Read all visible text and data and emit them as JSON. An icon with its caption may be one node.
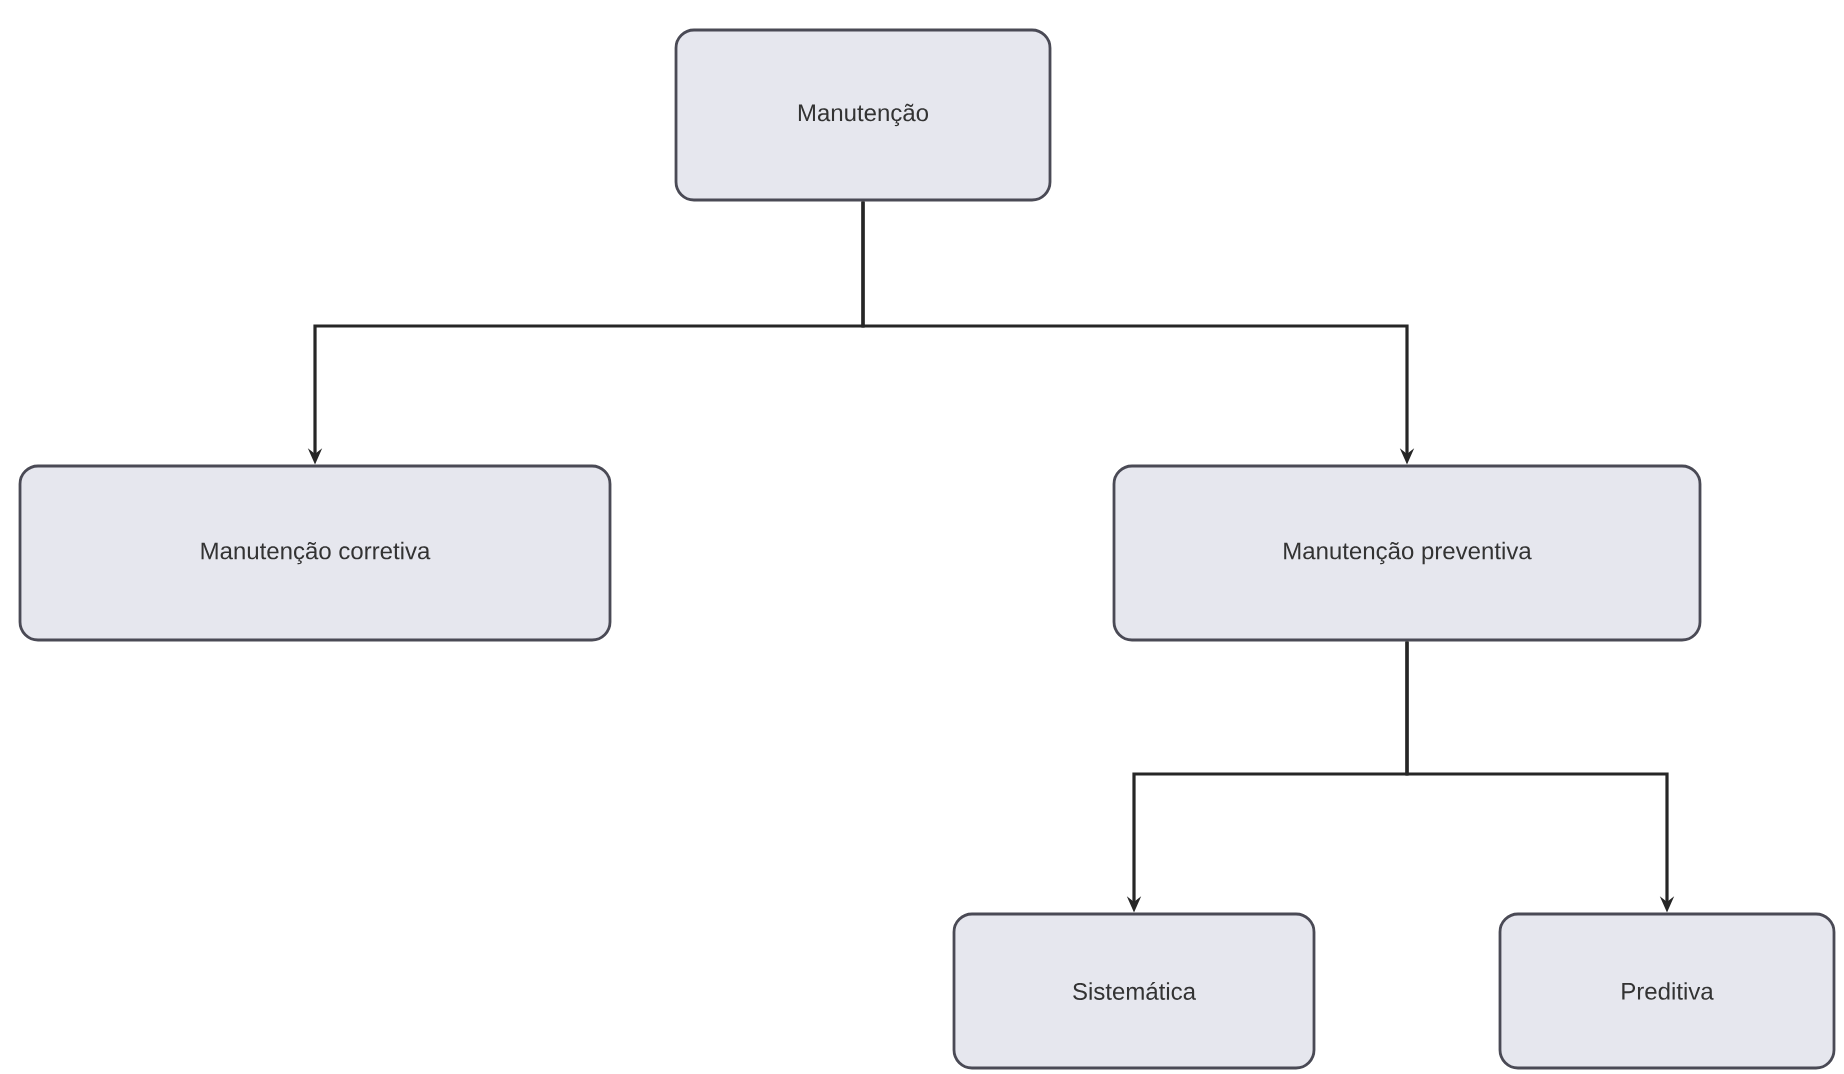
{
  "diagram": {
    "nodes": [
      {
        "text": [
          "Manutenção"
        ]
      },
      {
        "text": [
          "Manutenção corretiva"
        ]
      },
      {
        "text": [
          "Manutenção preventiva"
        ]
      },
      {
        "text": [
          "Sistemática"
        ]
      },
      {
        "text": [
          "Preditiva"
        ]
      }
    ],
    "edges": [
      {
        "from": 0,
        "to": 1,
        "arrow": "to"
      },
      {
        "from": 0,
        "to": 2,
        "arrow": "to"
      },
      {
        "from": 2,
        "to": 3,
        "arrow": "to"
      },
      {
        "from": 2,
        "to": 4,
        "arrow": "to"
      }
    ]
  }
}
